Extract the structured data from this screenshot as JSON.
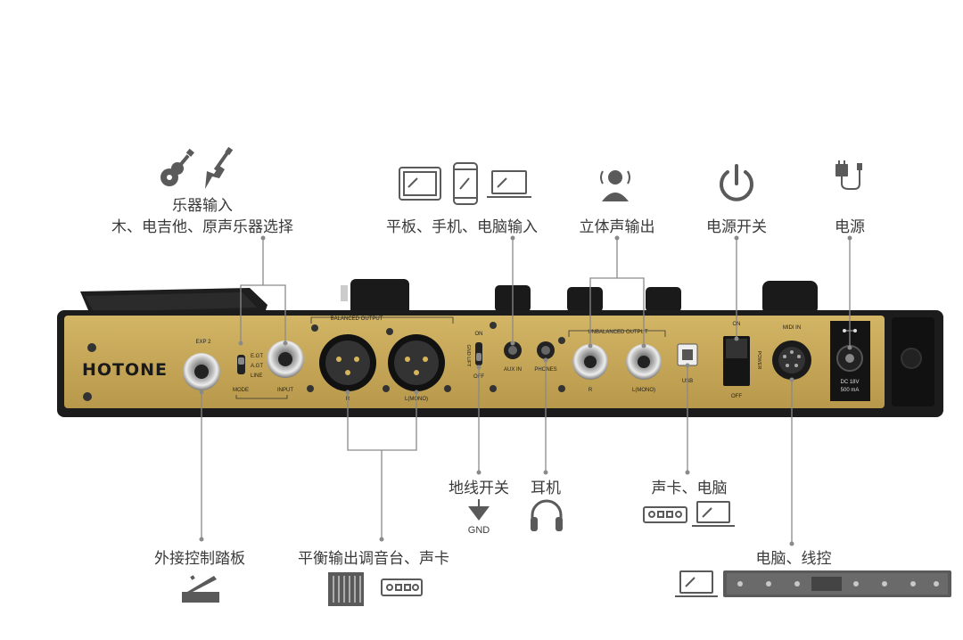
{
  "brand": "HOTONE",
  "panel_text": {
    "exp2": "EXP 2",
    "mode_egt": "E.GT",
    "mode_agt": "A.GT",
    "mode_line": "LINE",
    "mode": "MODE",
    "input": "INPUT",
    "balanced_output": "BALANCED OUTPUT",
    "bal_r": "R",
    "bal_l": "L(MONO)",
    "gnd_on": "ON",
    "gnd_lift": "GND LIFT",
    "gnd_off": "OFF",
    "aux_in": "AUX IN",
    "phones": "PHONES",
    "unbalanced_output": "UNBALANCED OUTPUT",
    "unbal_r": "R",
    "unbal_l": "L(MONO)",
    "usb": "USB",
    "power_on": "ON",
    "power": "POWER",
    "power_off": "OFF",
    "midi_in": "MIDI IN",
    "dc_line1": "DC 18V",
    "dc_line2": "500 mA"
  },
  "labels": {
    "instrument_input_1": "乐器输入",
    "instrument_input_2": "木、电吉他、原声乐器选择",
    "aux_input": "平板、手机、电脑输入",
    "stereo_output": "立体声输出",
    "power_switch": "电源开关",
    "power_supply": "电源",
    "exp_pedal": "外接控制踏板",
    "balanced_out": "平衡输出调音台、声卡",
    "ground_switch": "地线开关",
    "gnd": "GND",
    "headphones": "耳机",
    "soundcard_pc": "声卡、电脑",
    "pc_controller": "电脑、线控"
  },
  "icons": [
    "acoustic-guitar-icon",
    "electric-guitar-icon",
    "tablet-icon",
    "phone-icon",
    "laptop-icon",
    "speaking-person-icon",
    "power-icon",
    "power-adapter-icon",
    "expression-pedal-icon",
    "mixer-icon",
    "sound-card-icon",
    "ground-icon",
    "headphones-icon",
    "laptop-icon",
    "floor-controller-icon"
  ],
  "colors": {
    "panel_gold": "#c9aa5b",
    "panel_black": "#1c1c1c",
    "line": "#8a8a8a",
    "icon": "#5a5a5a",
    "text": "#3a3a3a"
  }
}
